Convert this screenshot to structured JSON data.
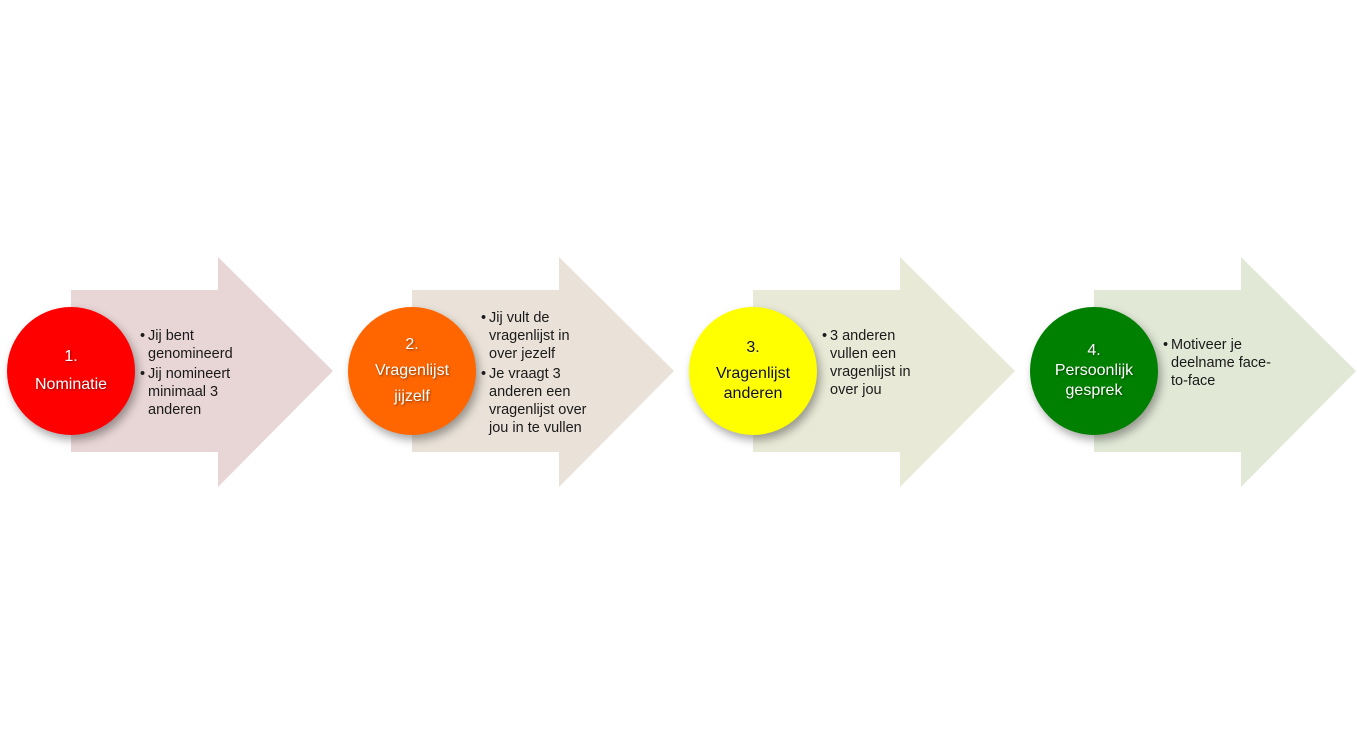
{
  "steps": [
    {
      "number": "1.",
      "title_lines": [
        "Nominatie"
      ],
      "circle_color": "#ff0000",
      "arrow_color": "#e8d5d5",
      "text_color": "light",
      "bullets": [
        "Jij bent\ngenomineerd",
        "Jij nomineert\nminimaal 3\nanderen"
      ]
    },
    {
      "number": "2.",
      "title_lines": [
        "Vragenlijst",
        "jijzelf"
      ],
      "circle_color": "#ff6600",
      "arrow_color": "#eae2d8",
      "text_color": "light",
      "bullets": [
        "Jij vult de\nvragenlijst in\nover jezelf",
        "Je vraagt 3\nanderen een\nvragenlijst over\njou in te vullen"
      ]
    },
    {
      "number": "3.",
      "title_lines": [
        "Vragenlijst",
        "anderen"
      ],
      "circle_color": "#ffff00",
      "arrow_color": "#e8e9d6",
      "text_color": "dark",
      "bullets": [
        "3 anderen\nvullen een\nvragenlijst in\nover jou"
      ]
    },
    {
      "number": "4.",
      "title_lines": [
        "Persoonlijk",
        "gesprek"
      ],
      "circle_color": "#008000",
      "arrow_color": "#e1e8d6",
      "text_color": "light",
      "bullets": [
        "Motiveer je\ndeelname face-\nto-face"
      ]
    }
  ]
}
